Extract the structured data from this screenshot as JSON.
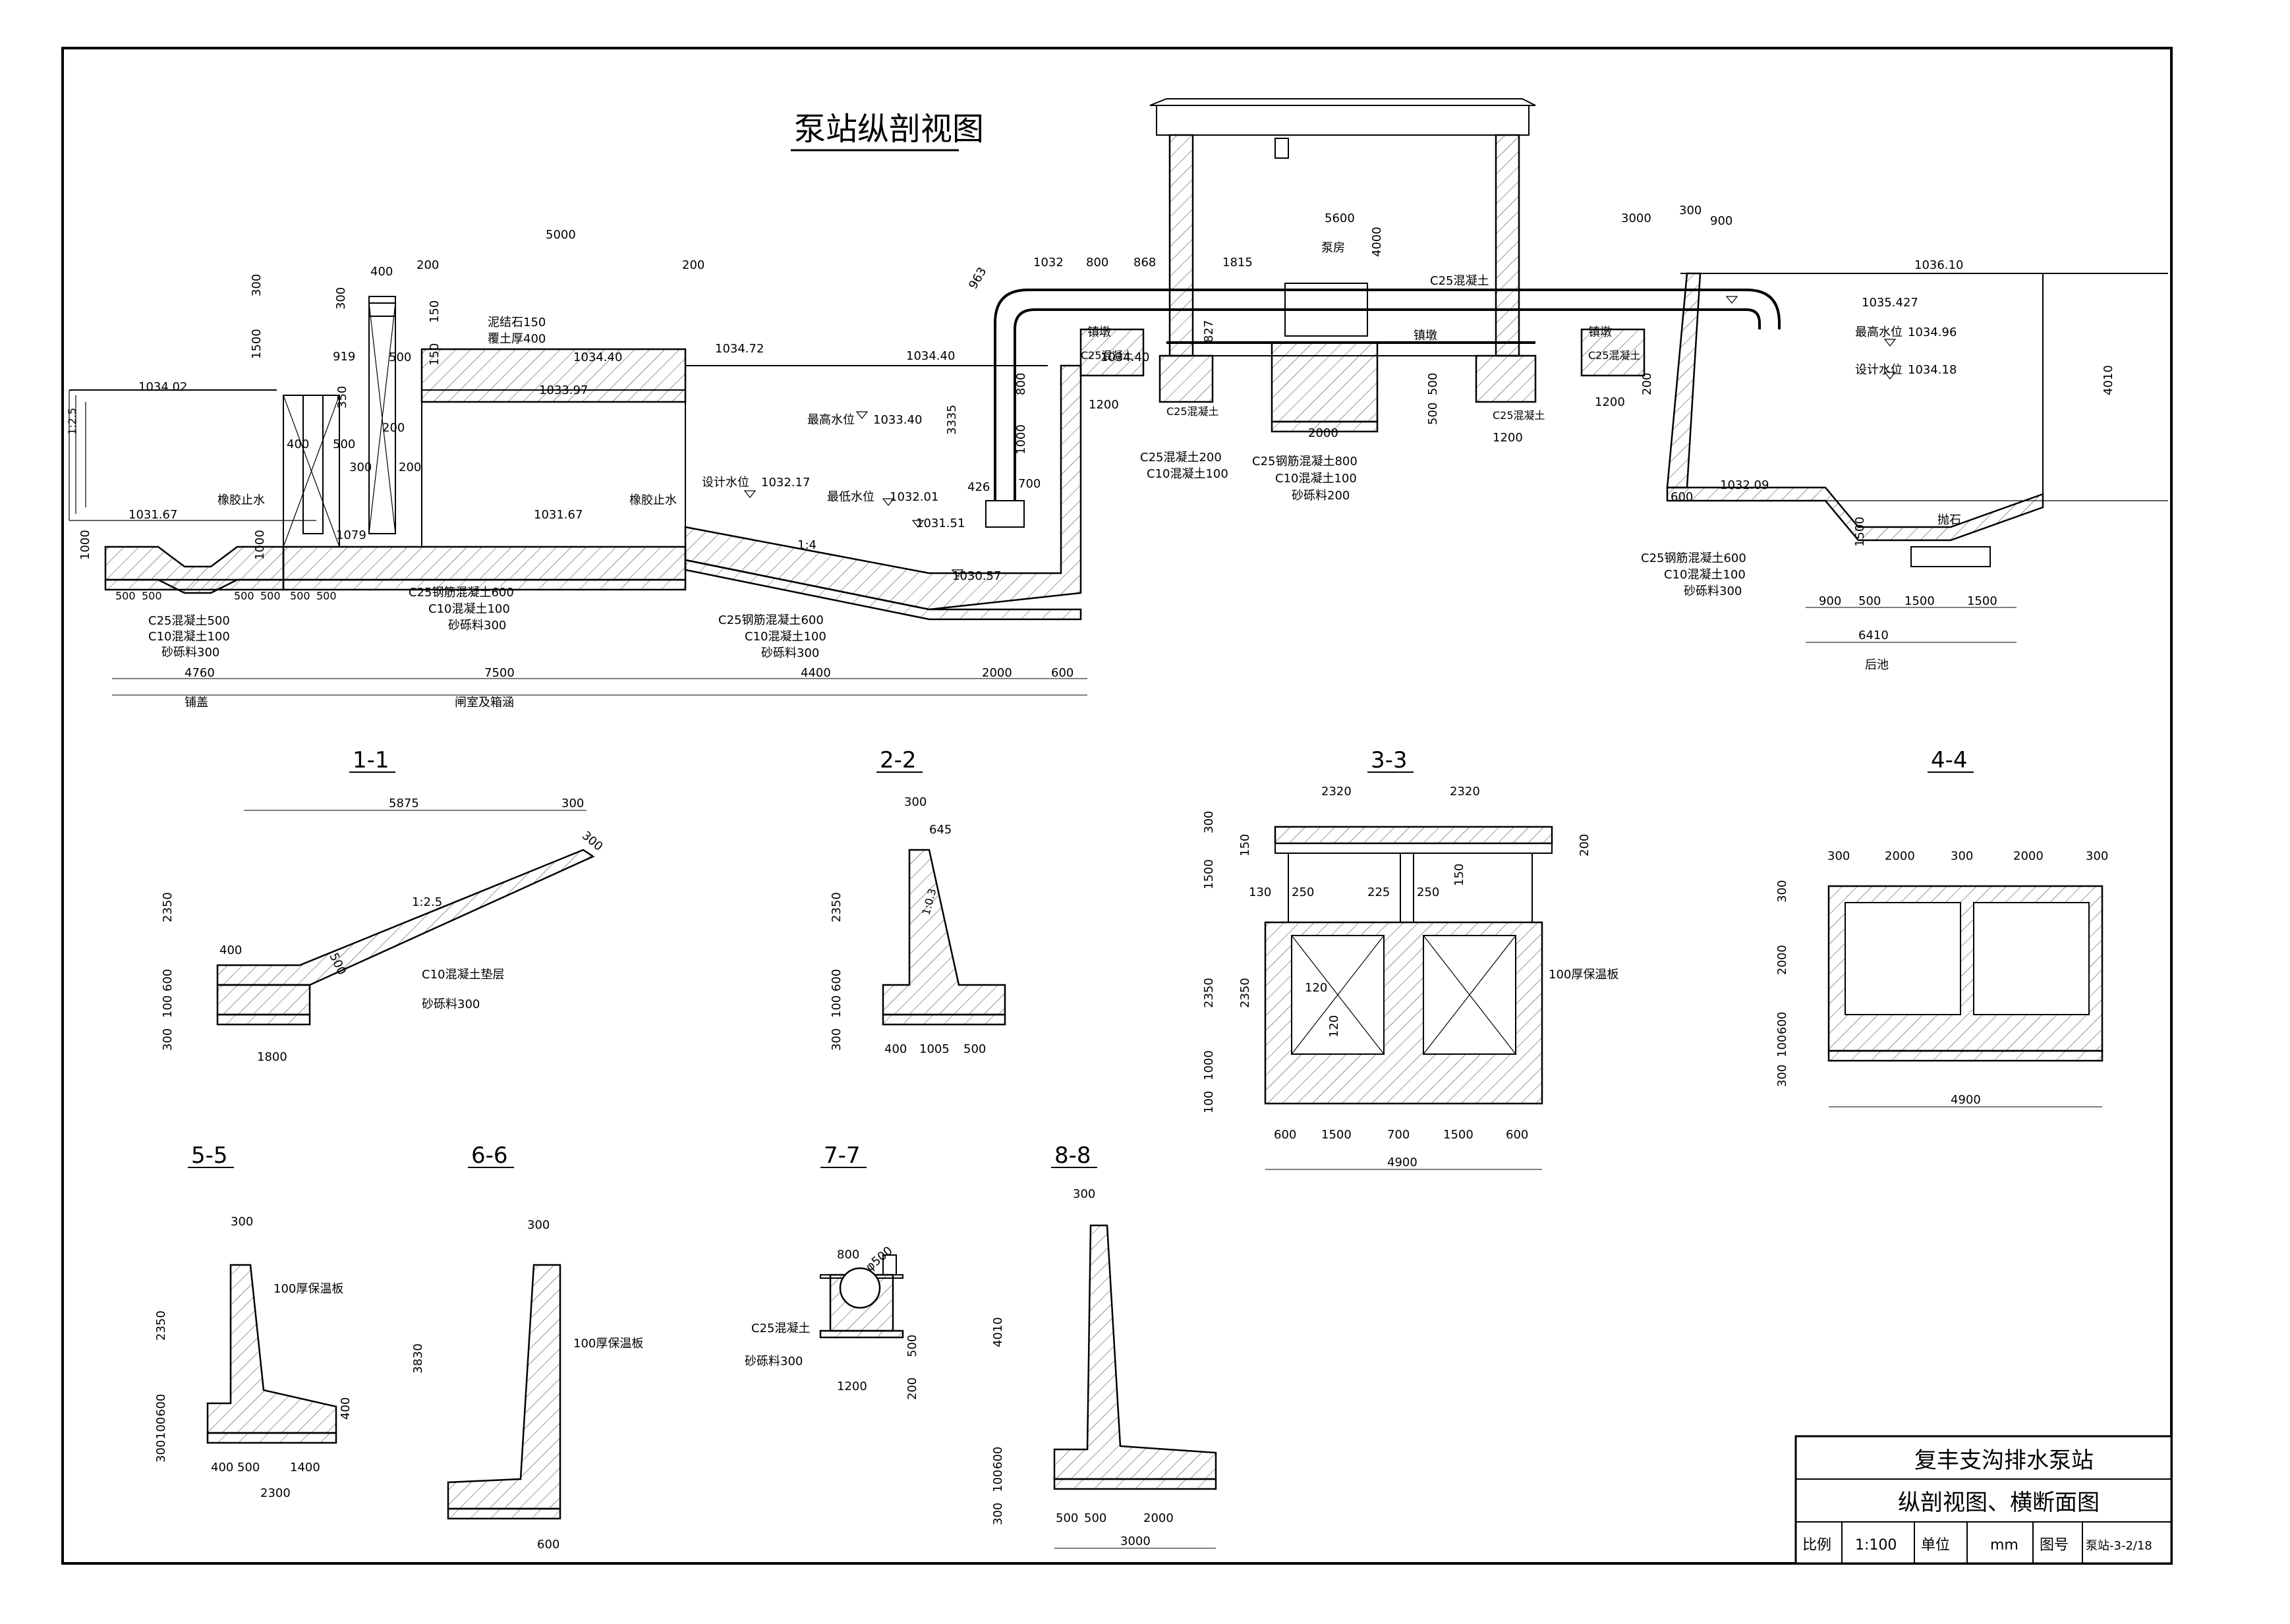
{
  "drawing_title": "泵站纵剖视图",
  "title_block": {
    "project": "复丰支沟排水泵站",
    "sheet_name": "纵剖视图、横断面图",
    "scale_label": "比例",
    "scale_value": "1:100",
    "unit_label": "单位",
    "unit_value": "mm",
    "drawing_no_label": "图号",
    "drawing_no_value": "泵站-3-2/18"
  },
  "main_section": {
    "elevations": [
      "1034.02",
      "1031.67",
      "1034.40",
      "1033.97",
      "1034.72",
      "1031.67",
      "1034.40",
      "1033.40",
      "1032.17",
      "1032.01",
      "1031.51",
      "1030.57",
      "1034.40",
      "1036.10",
      "1035.427",
      "1034.96",
      "1034.18",
      "1032.09"
    ],
    "labels": {
      "max_level": "最高水位",
      "design_level": "设计水位",
      "min_level": "最低水位",
      "rubber_stop_1": "橡胶止水",
      "rubber_stop_2": "橡胶止水",
      "pump_house": "泵房",
      "riprap": "抛石",
      "anchor_1": "镇墩",
      "anchor_2": "镇墩",
      "anchor_3": "镇墩",
      "slope_left": "1:2.5",
      "slope_mid": "1:4",
      "gravel_cover": "泥结石150",
      "soil_cover": "覆土厚400",
      "apron": "铺盖",
      "gate_culvert": "闸室及箱涵",
      "back_pool": "后池",
      "c25_concrete": "C25混凝土"
    },
    "materials_left": [
      "C25混凝土500",
      "C10混凝土100",
      "砂砾料300"
    ],
    "materials_mid": [
      "C25钢筋混凝土600",
      "C10混凝土100",
      "砂砾料300"
    ],
    "materials_slope": [
      "C25钢筋混凝土600",
      "C10混凝土100",
      "砂砾料300"
    ],
    "materials_pump": [
      "C25钢筋混凝土800",
      "C10混凝土100",
      "砂砾料200"
    ],
    "materials_support": [
      "C25混凝土200",
      "C10混凝土100"
    ],
    "materials_right": [
      "C25钢筋混凝土600",
      "C10混凝土100",
      "砂砾料300"
    ],
    "dims_bottom": [
      "4760",
      "7500",
      "4400",
      "2000",
      "600"
    ],
    "dims_left_small": [
      "500",
      "500",
      "500",
      "500",
      "500",
      "500"
    ],
    "dims_top": [
      "5000",
      "200",
      "200",
      "400",
      "300",
      "200",
      "919",
      "500",
      "150",
      "150",
      "1500",
      "300"
    ],
    "dims_gate": [
      "400",
      "500",
      "300",
      "200",
      "350",
      "1079",
      "1000",
      "1000"
    ],
    "dims_pump": [
      "1032",
      "800",
      "868",
      "1815",
      "5600",
      "3000",
      "300",
      "900",
      "4000",
      "963",
      "1200",
      "2000",
      "1200",
      "1200",
      "827",
      "500",
      "500",
      "200",
      "3335",
      "800",
      "1000",
      "426",
      "700"
    ],
    "dims_right": [
      "4010",
      "600",
      "1500",
      "900",
      "500",
      "1500",
      "1500",
      "6410"
    ]
  },
  "sections": {
    "s1": {
      "title": "1-1",
      "labels": [
        "1:2.5",
        "C10混凝土垫层",
        "砂砾料300"
      ],
      "dims": [
        "5875",
        "300",
        "300",
        "2350",
        "400",
        "500",
        "100",
        "600",
        "300",
        "1800"
      ]
    },
    "s2": {
      "title": "2-2",
      "labels": [
        "1:0.3"
      ],
      "dims": [
        "300",
        "645",
        "2350",
        "100",
        "600",
        "300",
        "400",
        "1005",
        "500"
      ]
    },
    "s3": {
      "title": "3-3",
      "labels": [
        "100厚保温板"
      ],
      "dims": [
        "2320",
        "2320",
        "300",
        "150",
        "1500",
        "200",
        "150",
        "130",
        "250",
        "225",
        "250",
        "120",
        "120",
        "2350",
        "2350",
        "1000",
        "100",
        "600",
        "1500",
        "700",
        "1500",
        "600",
        "4900"
      ]
    },
    "s4": {
      "title": "4-4",
      "dims": [
        "300",
        "2000",
        "300",
        "2000",
        "300",
        "300",
        "2000",
        "100",
        "600",
        "300",
        "4900"
      ]
    },
    "s5": {
      "title": "5-5",
      "labels": [
        "100厚保温板"
      ],
      "dims": [
        "300",
        "2350",
        "100",
        "600",
        "300",
        "400",
        "400",
        "500",
        "1400",
        "2300"
      ]
    },
    "s6": {
      "title": "6-6",
      "labels": [
        "100厚保温板"
      ],
      "dims": [
        "300",
        "3830",
        "600"
      ]
    },
    "s7": {
      "title": "7-7",
      "labels": [
        "C25混凝土",
        "砂砾料300"
      ],
      "dims": [
        "800",
        "φ500",
        "1200",
        "500",
        "200"
      ]
    },
    "s8": {
      "title": "8-8",
      "dims": [
        "300",
        "4010",
        "100",
        "600",
        "300",
        "500",
        "500",
        "2000",
        "3000"
      ]
    }
  }
}
